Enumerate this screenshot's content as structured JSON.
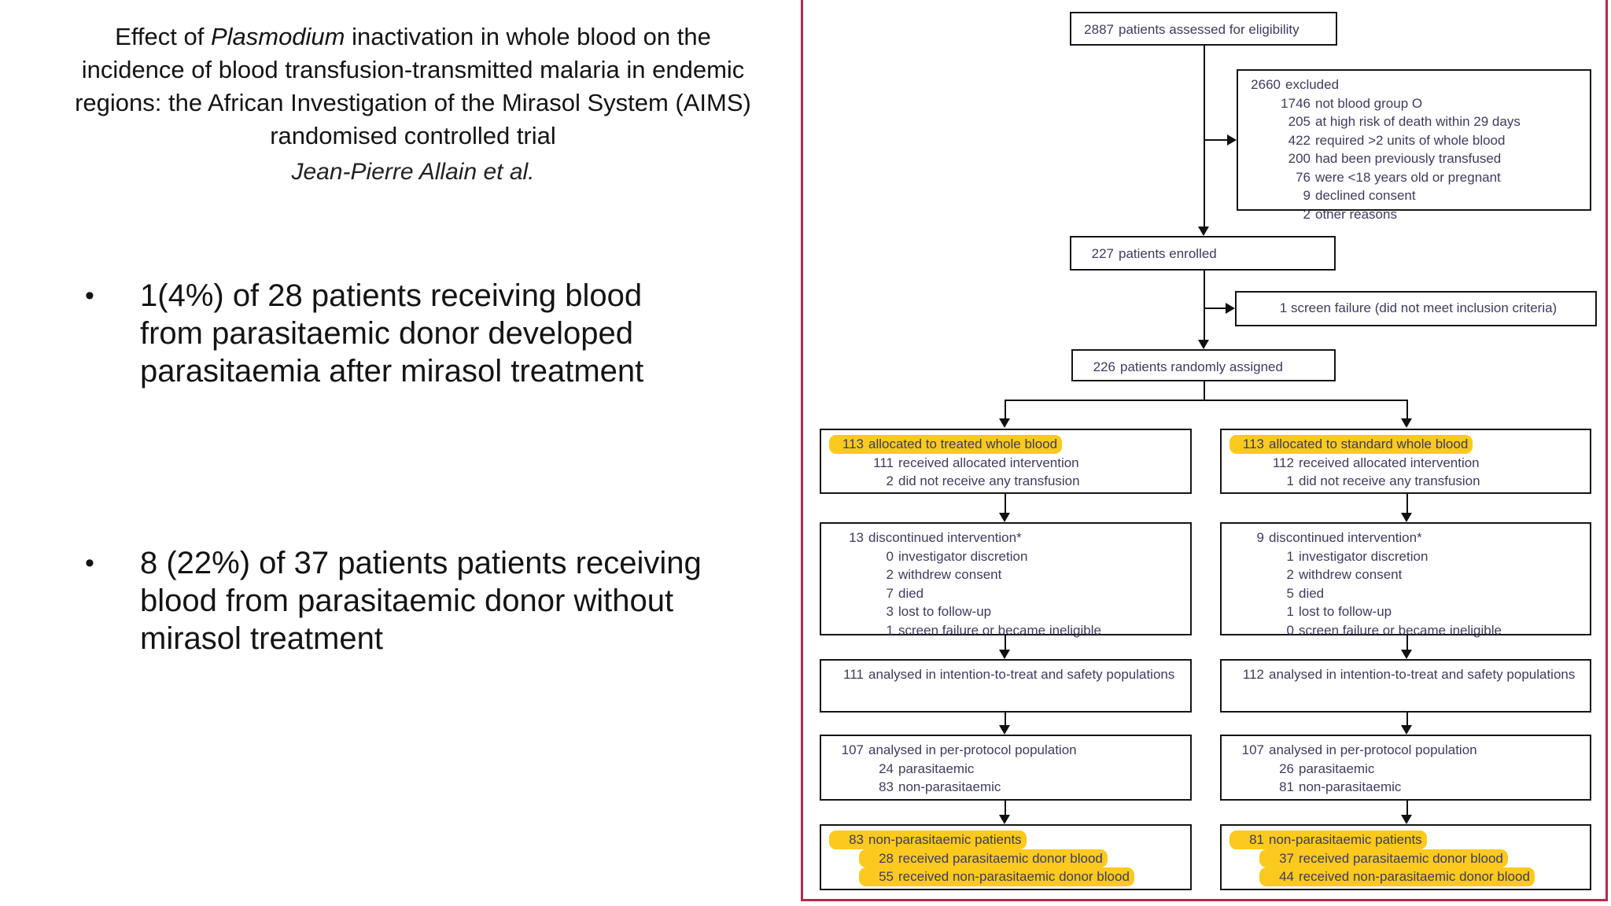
{
  "slide": {
    "title_lines": [
      {
        "pre": "Effect of ",
        "it": "Plasmodium",
        "post": " inactivation in whole blood on the"
      },
      {
        "pre": "incidence of blood transfusion-transmitted malaria in endemic"
      },
      {
        "pre": "regions: the African Investigation of the Mirasol System (AIMS)"
      },
      {
        "pre": "randomised controlled trial"
      }
    ],
    "byline": "Jean-Pierre Allain et al.",
    "bullets": [
      "1(4%) of 28 patients receiving blood from parasitaemic donor developed parasitaemia after mirasol treatment",
      "8 (22%) of 37 patients patients receiving blood from parasitaemic donor without mirasol treatment"
    ]
  },
  "flowchart": {
    "colors": {
      "panel_border": "#b8294a",
      "highlight": "#fcc91e",
      "text": "#3d3c5e",
      "box_border": "#151515"
    },
    "boxes": {
      "assessed": {
        "lines": [
          {
            "num": "2887",
            "text": "patients assessed for eligibility",
            "lvl": 0
          }
        ]
      },
      "excluded": {
        "lines": [
          {
            "num": "2660",
            "text": "excluded",
            "lvl": 0
          },
          {
            "num": "1746",
            "text": "not blood group O",
            "lvl": 1
          },
          {
            "num": "205",
            "text": "at high risk of death within 29 days",
            "lvl": 1
          },
          {
            "num": "422",
            "text": "required >2 units of whole blood",
            "lvl": 1
          },
          {
            "num": "200",
            "text": "had been previously transfused",
            "lvl": 1
          },
          {
            "num": "76",
            "text": "were <18 years old or pregnant",
            "lvl": 1
          },
          {
            "num": "9",
            "text": "declined consent",
            "lvl": 1
          },
          {
            "num": "2",
            "text": "other reasons",
            "lvl": 1
          }
        ]
      },
      "enrolled": {
        "lines": [
          {
            "num": "227",
            "text": "patients enrolled",
            "lvl": 0
          }
        ]
      },
      "screenfail": {
        "center": true,
        "lines": [
          {
            "num": "1",
            "text": "screen failure (did not meet inclusion criteria)",
            "lvl": 0
          }
        ]
      },
      "random": {
        "lines": [
          {
            "num": "226",
            "text": "patients randomly assigned",
            "lvl": 0
          }
        ]
      },
      "alloc_treated": {
        "lines": [
          {
            "num": "113",
            "text": "allocated to treated whole blood",
            "lvl": 0,
            "hl": true
          },
          {
            "num": "111",
            "text": "received allocated intervention",
            "lvl": 1
          },
          {
            "num": "2",
            "text": "did not receive any transfusion",
            "lvl": 1
          }
        ]
      },
      "alloc_standard": {
        "lines": [
          {
            "num": "113",
            "text": "allocated to standard whole blood",
            "lvl": 0,
            "hl": true
          },
          {
            "num": "112",
            "text": "received allocated intervention",
            "lvl": 1
          },
          {
            "num": "1",
            "text": "did not receive any transfusion",
            "lvl": 1
          }
        ]
      },
      "disc_treated": {
        "lines": [
          {
            "num": "13",
            "text": "discontinued intervention*",
            "lvl": 0
          },
          {
            "num": "0",
            "text": "investigator discretion",
            "lvl": 1
          },
          {
            "num": "2",
            "text": "withdrew consent",
            "lvl": 1
          },
          {
            "num": "7",
            "text": "died",
            "lvl": 1
          },
          {
            "num": "3",
            "text": "lost to follow-up",
            "lvl": 1
          },
          {
            "num": "1",
            "text": "screen failure or became ineligible",
            "lvl": 1
          }
        ]
      },
      "disc_standard": {
        "lines": [
          {
            "num": "9",
            "text": "discontinued intervention*",
            "lvl": 0
          },
          {
            "num": "1",
            "text": "investigator discretion",
            "lvl": 1
          },
          {
            "num": "2",
            "text": "withdrew consent",
            "lvl": 1
          },
          {
            "num": "5",
            "text": "died",
            "lvl": 1
          },
          {
            "num": "1",
            "text": "lost to follow-up",
            "lvl": 1
          },
          {
            "num": "0",
            "text": "screen failure or became ineligible",
            "lvl": 1
          }
        ]
      },
      "itt_treated": {
        "lines": [
          {
            "num": "111",
            "text": "analysed in intention-to-treat and safety populations",
            "lvl": 0
          }
        ]
      },
      "itt_standard": {
        "lines": [
          {
            "num": "112",
            "text": "analysed in intention-to-treat and safety populations",
            "lvl": 0
          }
        ]
      },
      "pp_treated": {
        "lines": [
          {
            "num": "107",
            "text": "analysed in per-protocol population",
            "lvl": 0
          },
          {
            "num": "24",
            "text": "parasitaemic",
            "lvl": 1
          },
          {
            "num": "83",
            "text": "non-parasitaemic",
            "lvl": 1
          }
        ]
      },
      "pp_standard": {
        "lines": [
          {
            "num": "107",
            "text": "analysed in per-protocol population",
            "lvl": 0
          },
          {
            "num": "26",
            "text": "parasitaemic",
            "lvl": 1
          },
          {
            "num": "81",
            "text": "non-parasitaemic",
            "lvl": 1
          }
        ]
      },
      "np_treated": {
        "lines": [
          {
            "num": "83",
            "text": "non-parasitaemic patients",
            "lvl": 0,
            "hl": true
          },
          {
            "num": "28",
            "text": "received parasitaemic donor blood",
            "lvl": 1,
            "hl": true
          },
          {
            "num": "55",
            "text": "received non-parasitaemic donor blood",
            "lvl": 1,
            "hl": true
          }
        ]
      },
      "np_standard": {
        "lines": [
          {
            "num": "81",
            "text": "non-parasitaemic patients",
            "lvl": 0,
            "hl": true
          },
          {
            "num": "37",
            "text": "received parasitaemic donor blood",
            "lvl": 1,
            "hl": true
          },
          {
            "num": "44",
            "text": "received non-parasitaemic donor blood",
            "lvl": 1,
            "hl": true
          }
        ]
      }
    }
  }
}
